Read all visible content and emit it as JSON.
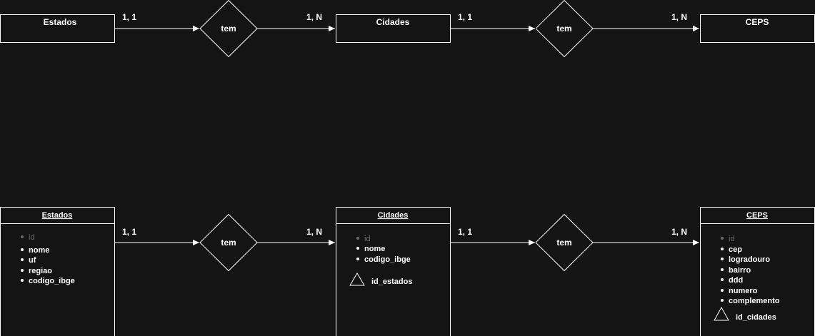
{
  "colors": {
    "background": "#141414",
    "stroke": "#ffffff",
    "muted": "#6a6a6a"
  },
  "conceptual": {
    "entities": [
      "Estados",
      "Cidades",
      "CEPS"
    ],
    "relations": [
      {
        "label": "tem",
        "card_left": "1, 1",
        "card_right": "1, N"
      },
      {
        "label": "tem",
        "card_left": "1, 1",
        "card_right": "1, N"
      }
    ]
  },
  "logical": {
    "tables": [
      {
        "title": "Estados",
        "pk": "id",
        "attributes": [
          "nome",
          "uf",
          "regiao",
          "codigo_ibge"
        ],
        "fk": ""
      },
      {
        "title": "Cidades",
        "pk": "id",
        "attributes": [
          "nome",
          "codigo_ibge"
        ],
        "fk": "id_estados"
      },
      {
        "title": "CEPS",
        "pk": "id",
        "attributes": [
          "cep",
          "logradouro",
          "bairro",
          "ddd",
          "numero",
          "complemento"
        ],
        "fk": "id_cidades"
      }
    ],
    "relations": [
      {
        "label": "tem",
        "card_left": "1, 1",
        "card_right": "1, N"
      },
      {
        "label": "tem",
        "card_left": "1, 1",
        "card_right": "1, N"
      }
    ]
  }
}
